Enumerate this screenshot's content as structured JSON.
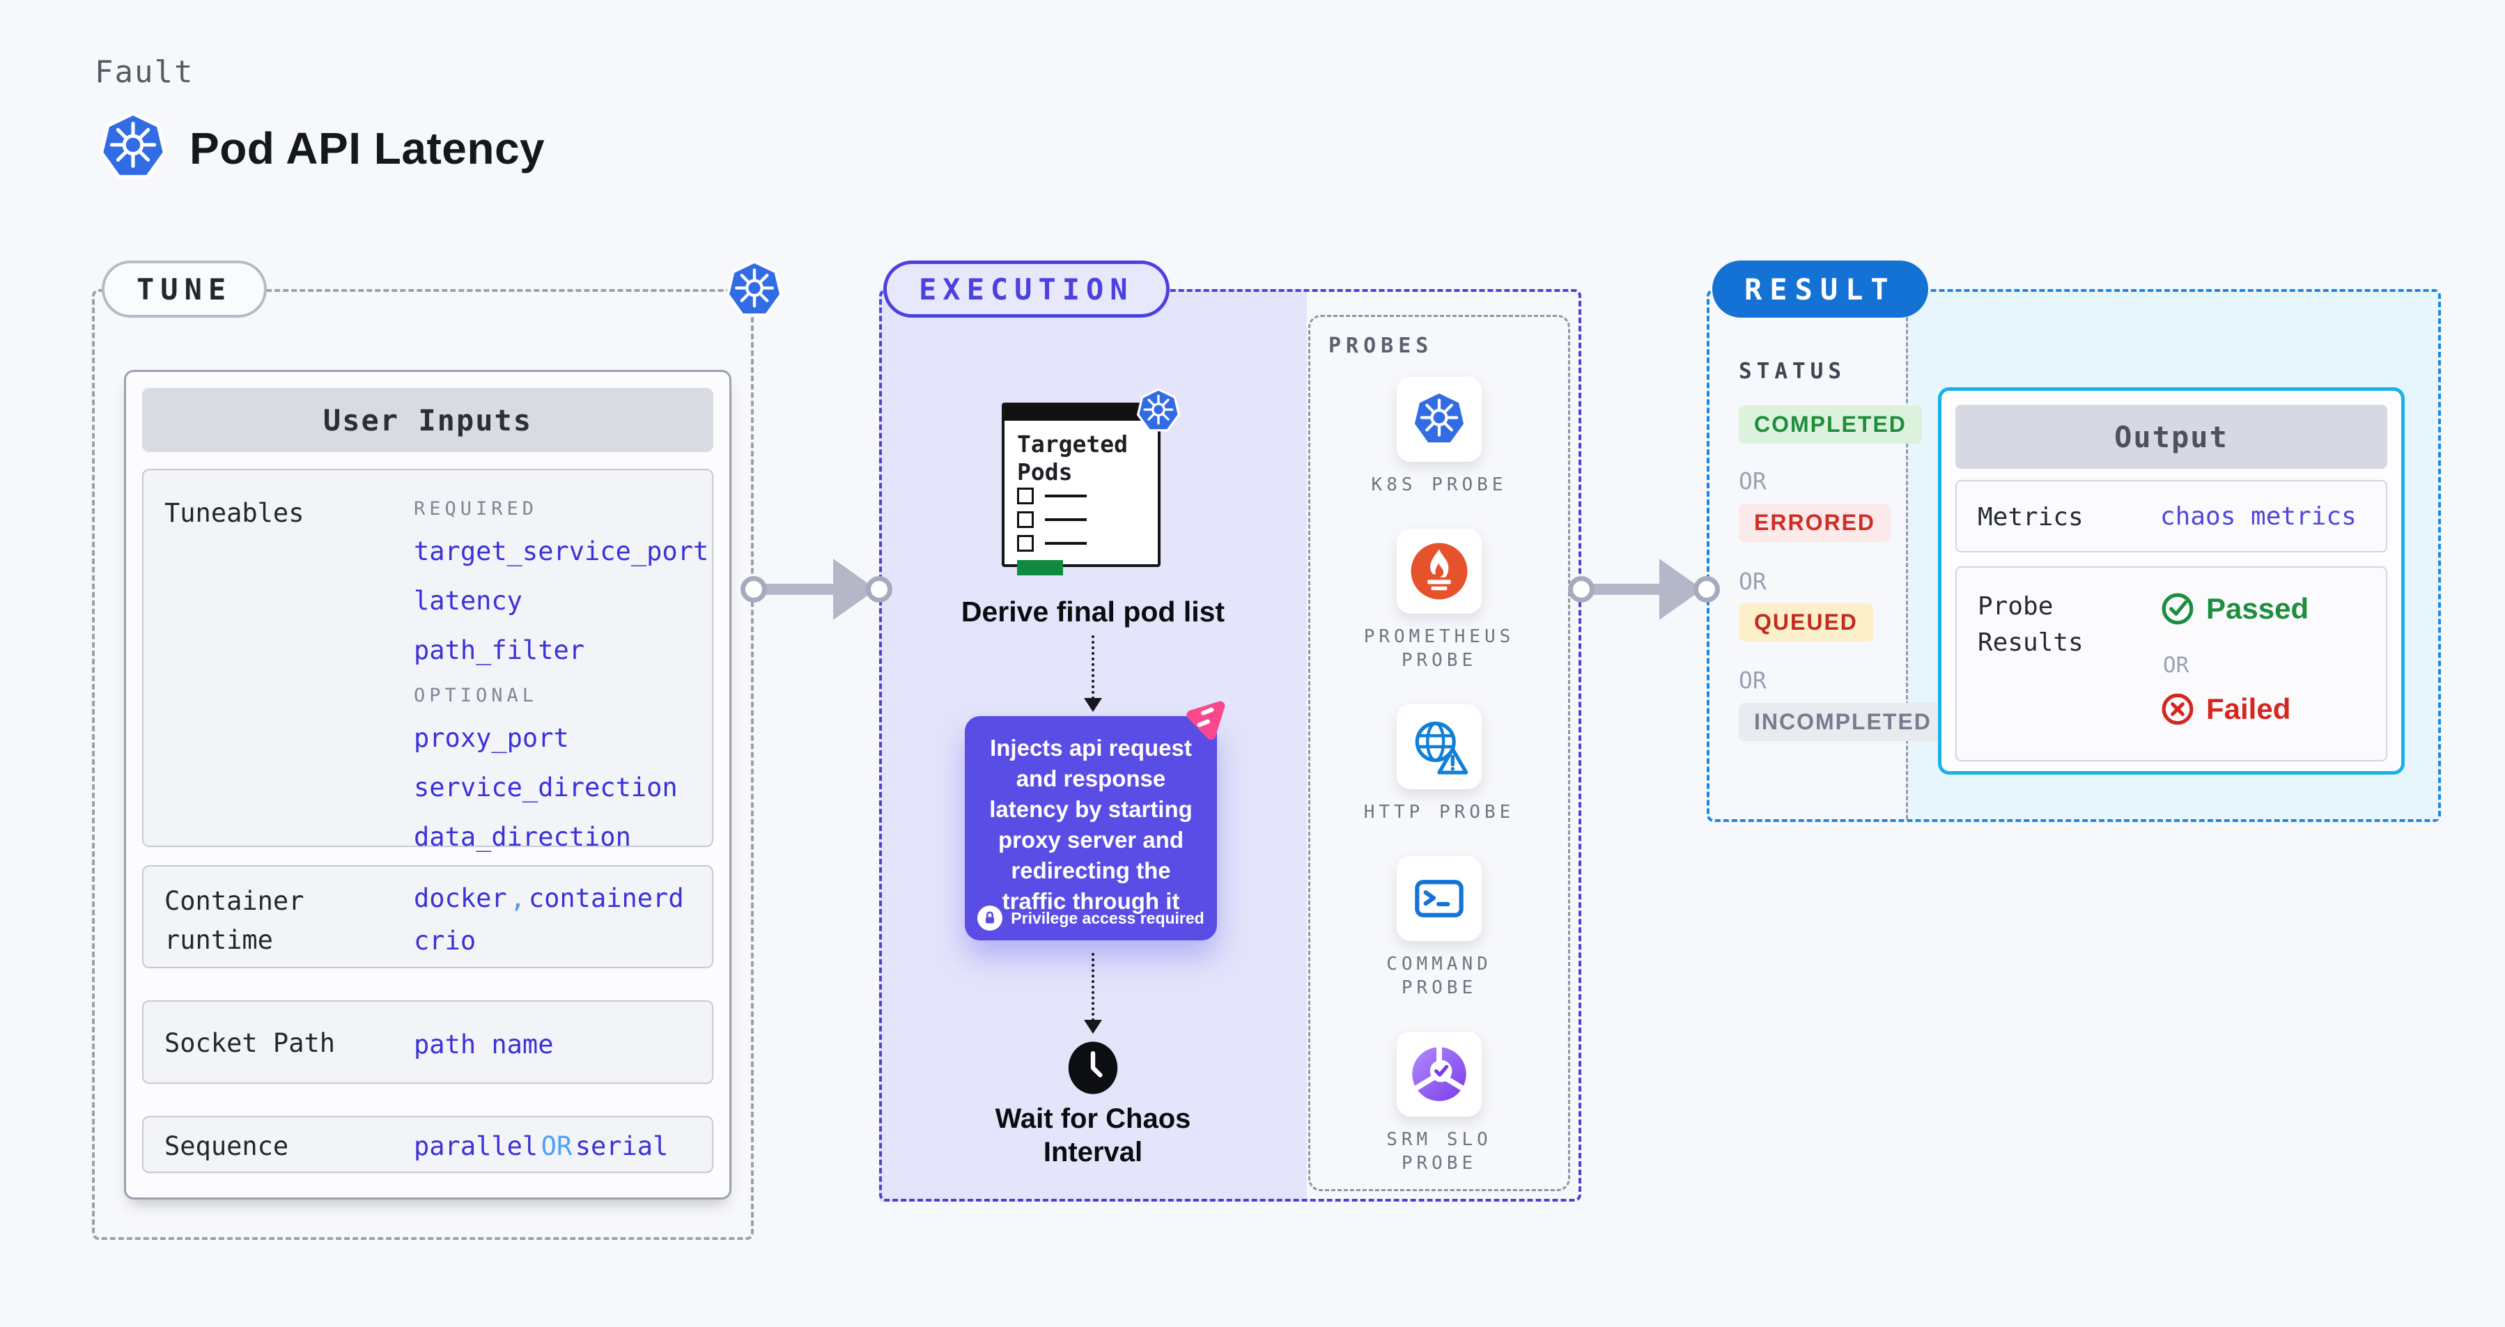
{
  "header": {
    "eyebrow": "Fault",
    "title": "Pod API Latency",
    "logo_icon": "kubernetes-icon"
  },
  "tune": {
    "badge": "TUNE",
    "corner_icon": "kubernetes-icon",
    "user_inputs": {
      "title": "User Inputs",
      "tuneables": {
        "label": "Tuneables",
        "required_label": "REQUIRED",
        "required": [
          "target_service_port",
          "latency",
          "path_filter"
        ],
        "optional_label": "OPTIONAL",
        "optional": [
          "proxy_port",
          "service_direction",
          "data_direction"
        ]
      },
      "container_runtime": {
        "label": "Container runtime",
        "value1": "docker",
        "separator": ",",
        "value2": "containerd",
        "value3": "crio"
      },
      "socket_path": {
        "label": "Socket Path",
        "value": "path name"
      },
      "sequence": {
        "label": "Sequence",
        "value1": "parallel",
        "or": "OR",
        "value2": "serial"
      }
    }
  },
  "execution": {
    "badge": "EXECUTION",
    "targeted_pods": {
      "title": "Targeted Pods",
      "corner_icon": "kubernetes-icon"
    },
    "derive_label": "Derive final pod list",
    "inject": {
      "text": "Injects api request and response latency by starting proxy server and redirecting the traffic through it",
      "privilege_label": "Privilege access required",
      "corner_icon": "litmus-chaos-icon",
      "bg_color": "#5a4de5"
    },
    "wait_label": "Wait for Chaos Interval"
  },
  "probes": {
    "title": "PROBES",
    "items": [
      {
        "label": "K8S PROBE",
        "icon": "kubernetes-icon"
      },
      {
        "label": "PROMETHEUS PROBE",
        "icon": "prometheus-icon"
      },
      {
        "label": "HTTP PROBE",
        "icon": "http-globe-warning-icon"
      },
      {
        "label": "COMMAND PROBE",
        "icon": "terminal-icon"
      },
      {
        "label": "SRM SLO PROBE",
        "icon": "slo-pie-check-icon"
      }
    ]
  },
  "result": {
    "badge": "RESULT",
    "status": {
      "label": "STATUS",
      "or": "OR",
      "items": [
        {
          "label": "COMPLETED",
          "text_color": "#1d8e3d",
          "bg_color": "#dcf2dc"
        },
        {
          "label": "ERRORED",
          "text_color": "#cf2d25",
          "bg_color": "#fce9e9"
        },
        {
          "label": "QUEUED",
          "text_color": "#c32a22",
          "bg_color": "#fbf0c9"
        },
        {
          "label": "INCOMPLETED",
          "text_color": "#757d8c",
          "bg_color": "#e9ebf1"
        }
      ]
    },
    "output": {
      "title": "Output",
      "metrics": {
        "label": "Metrics",
        "value": "chaos metrics"
      },
      "probe_results": {
        "label": "Probe Results",
        "passed": "Passed",
        "or": "OR",
        "failed": "Failed"
      }
    }
  },
  "colors": {
    "kubernetes_blue": "#326ce5",
    "tune_border": "#9aa0ad",
    "execution_accent": "#4c40df",
    "execution_fill": "#e4e5fb",
    "result_badge_blue": "#1472d4",
    "result_border_blue": "#1b87e2",
    "output_border_cyan": "#16b2e8",
    "value_indigo": "#3a31d8",
    "or_light_blue": "#4f9ff8",
    "prometheus_orange": "#e6522c",
    "litmus_pink": "#f9498c",
    "passed_green": "#1d8e3d",
    "failed_red": "#d5271d",
    "pods_progress_green": "#0f8a3e"
  }
}
